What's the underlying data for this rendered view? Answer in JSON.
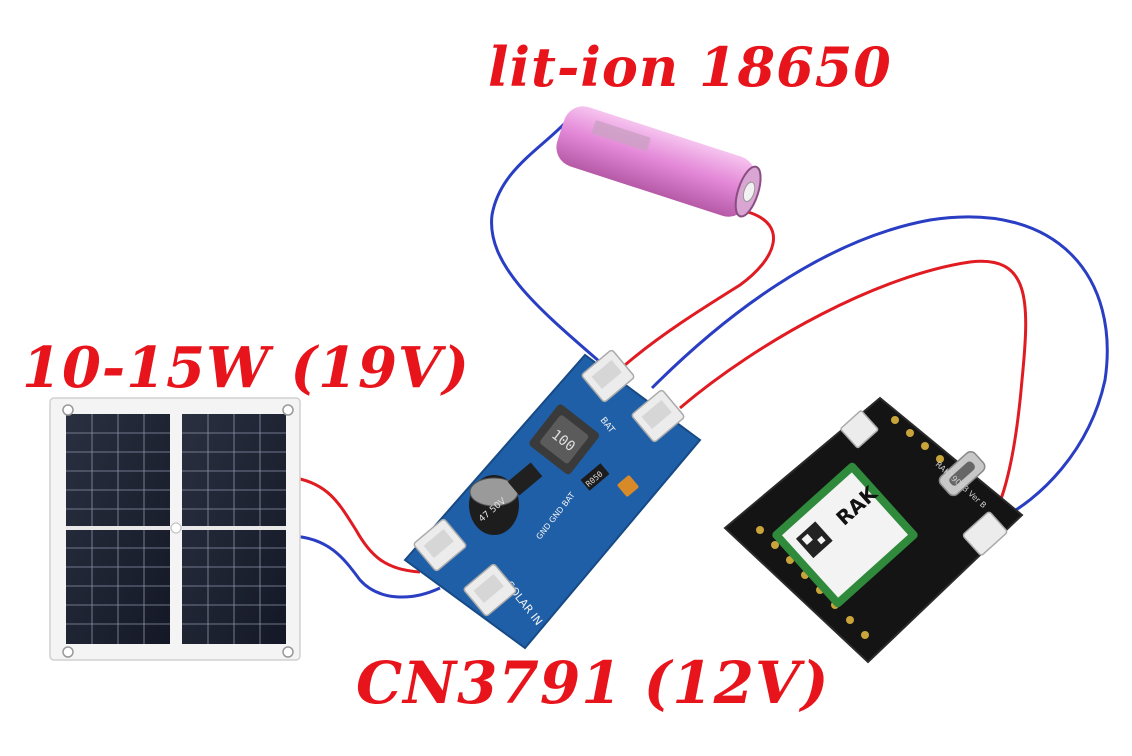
{
  "labels": {
    "battery": "lit-ion 18650",
    "solar_panel": "10-15W (19V)",
    "charger": "CN3791 (12V)"
  },
  "board_markings": {
    "inductor": "100",
    "capacitor": "47 50V",
    "resistor": "R050",
    "charger_input": "SOLAR IN",
    "charger_pins": "GND GND BAT",
    "charger_bat": "BAT",
    "module_brand": "RAK",
    "module_model": "RAK19003 Ver B"
  },
  "colors": {
    "label_text": "#e8141c",
    "wire_red": "#e01b22",
    "wire_blue": "#2a3ec4",
    "battery_pink": "#e48ad8",
    "pcb_blue": "#1f5fa8",
    "pcb_black": "#141414",
    "connector_white": "#ececec",
    "solar_cell": "#1b1f2e"
  }
}
